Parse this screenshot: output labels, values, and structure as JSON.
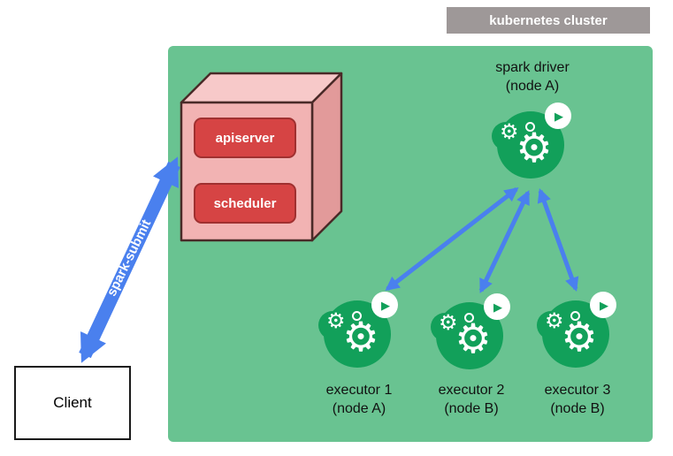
{
  "cluster_label": "kubernetes cluster",
  "control_plane": {
    "apiserver": "apiserver",
    "scheduler": "scheduler"
  },
  "driver": {
    "title": "spark driver",
    "subtitle": "(node A)"
  },
  "executors": [
    {
      "title": "executor 1",
      "subtitle": "(node A)"
    },
    {
      "title": "executor 2",
      "subtitle": "(node B)"
    },
    {
      "title": "executor 3",
      "subtitle": "(node B)"
    }
  ],
  "spark_submit_label": "spark-submit",
  "client": {
    "label": "Client"
  },
  "icons": {
    "gear": "⚙",
    "play": "▶"
  },
  "colors": {
    "cluster-green": "#69c391",
    "icon-green": "#12a05a",
    "arrow-blue": "#4a80ee",
    "box-red": "#d64444",
    "box-red-border": "#a03030",
    "cube-front": "#f2b3b3",
    "cube-top": "#f7c9c9",
    "cube-side": "#e29a9a",
    "cube-outline": "#4a2a28",
    "tag-gray": "#9e9898"
  }
}
